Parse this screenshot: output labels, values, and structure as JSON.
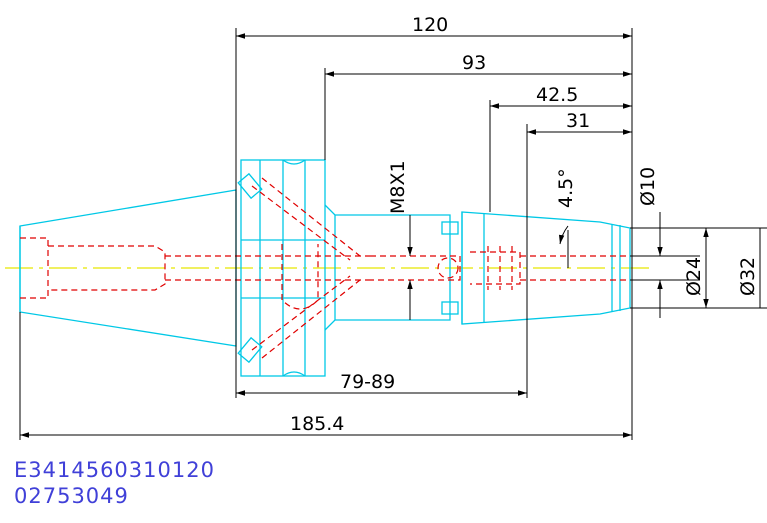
{
  "dimensions": {
    "overall_length": "185.4",
    "flange_to_tip": "120",
    "body_length": "93",
    "nose_length_a": "42.5",
    "nose_length_b": "31",
    "adjust_range": "79-89",
    "thread": "M8X1",
    "taper_angle": "4.5°",
    "bore_dia": "Ø10",
    "nose_dia_small": "Ø24",
    "nose_dia_large": "Ø32"
  },
  "part_codes": {
    "line1": "E3414560310120",
    "line2": "02753049"
  },
  "colors": {
    "outline": "#00c8e6",
    "hidden": "#e00000",
    "centerline": "#e8e800",
    "dimension": "#000000",
    "code_text": "#4040d8"
  }
}
